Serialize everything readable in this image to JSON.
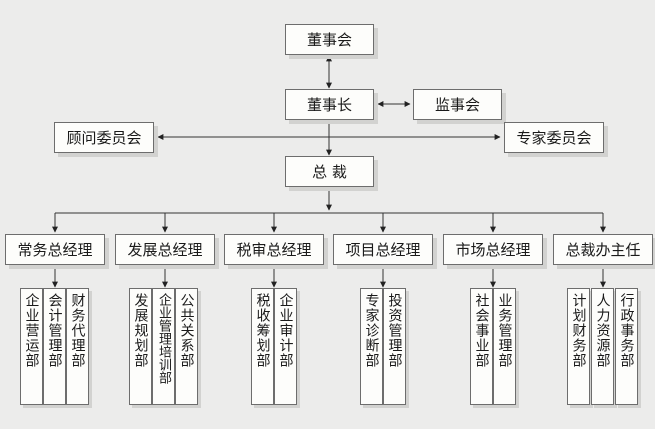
{
  "board": "董事会",
  "chairman": "董事长",
  "supervisory": "监事会",
  "advisory": "顾问委员会",
  "expert": "专家委员会",
  "president": "总 裁",
  "managers": [
    {
      "title": "常务总经理",
      "depts": [
        "企业营运部",
        "会计管理部",
        "财务代理部"
      ]
    },
    {
      "title": "发展总经理",
      "depts": [
        "发展规划部",
        "企业管理培训部",
        "公共关系部"
      ]
    },
    {
      "title": "税审总经理",
      "depts": [
        "税收筹划部",
        "企业审计部"
      ]
    },
    {
      "title": "项目总经理",
      "depts": [
        "专家诊断部",
        "投资管理部"
      ]
    },
    {
      "title": "市场总经理",
      "depts": [
        "社会事业部",
        "业务管理部"
      ]
    },
    {
      "title": "总裁办主任",
      "depts": [
        "计划财务部",
        "人力资源部",
        "行政事务部"
      ]
    }
  ]
}
